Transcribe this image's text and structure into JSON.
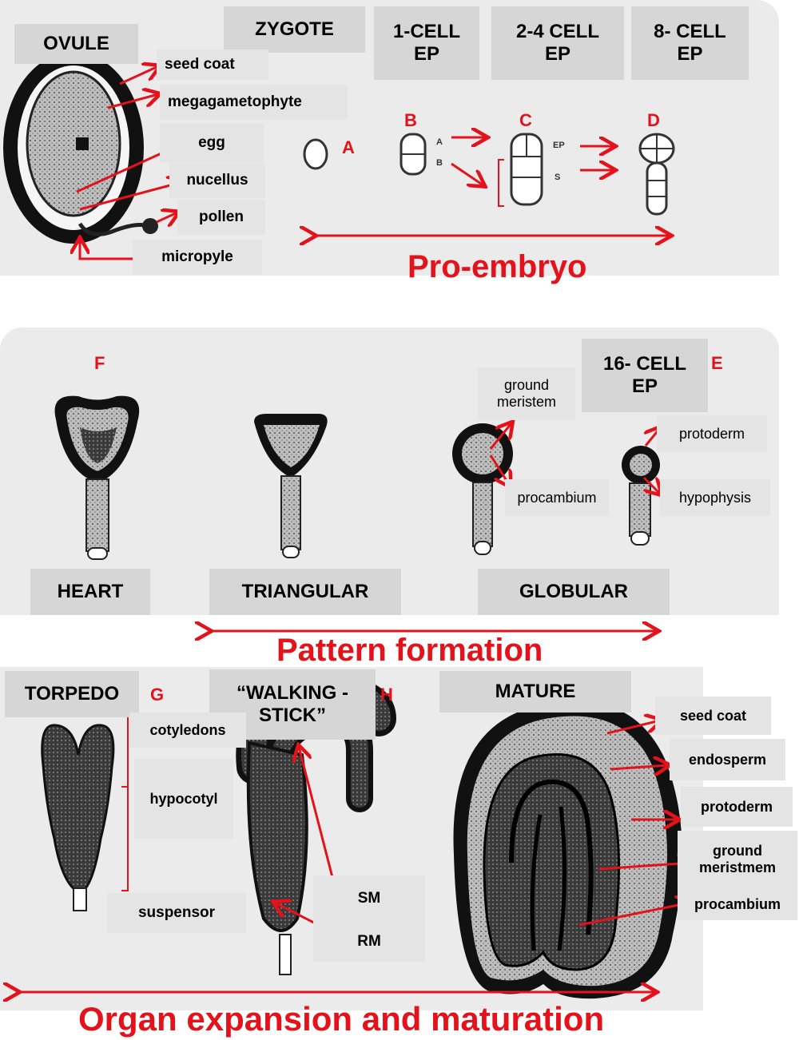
{
  "colors": {
    "accent": "#e3121b",
    "label_bg": "#d6d6d6",
    "band_bg": "#ebebeb"
  },
  "headers": {
    "ovule": "OVULE",
    "zygote": "ZYGOTE",
    "one_cell": "1-CELL\nEP",
    "two_four_cell": "2-4 CELL\nEP",
    "eight_cell": "8- CELL\nEP",
    "sixteen_cell": "16- CELL\nEP",
    "heart": "HEART",
    "triangular": "TRIANGULAR",
    "globular": "GLOBULAR",
    "torpedo": "TORPEDO",
    "walking_stick": "“WALKING -\nSTICK”",
    "mature": "MATURE"
  },
  "letters": {
    "a": "A",
    "b": "B",
    "c": "C",
    "d": "D",
    "e": "E",
    "f": "F",
    "g": "G",
    "h": "H"
  },
  "ovule_parts": {
    "seed_coat": "seed coat",
    "megagametophyte": "megagametophyte",
    "egg": "egg",
    "nucellus": "nucellus",
    "pollen": "pollen",
    "micropyle": "micropyle"
  },
  "proembryo_cell_marks": {
    "a": "A",
    "b": "B",
    "ep": "EP",
    "s": "S"
  },
  "globular_parts": {
    "ground_meristem": "ground\nmeristem",
    "procambium": "procambium",
    "protoderm": "protoderm",
    "hypophysis": "hypophysis"
  },
  "torpedo_parts": {
    "cotyledons": "cotyledons",
    "hypocotyl": "hypocotyl",
    "suspensor": "suspensor"
  },
  "walking_parts": {
    "sm": "SM",
    "rm": "RM"
  },
  "mature_parts": {
    "seed_coat": "seed coat",
    "endosperm": "endosperm",
    "protoderm": "protoderm",
    "ground_meristem": "ground\nmeristmem",
    "procambium": "procambium"
  },
  "phases": {
    "proembryo": "Pro-embryo",
    "pattern": "Pattern formation",
    "organ": "Organ expansion and maturation"
  }
}
